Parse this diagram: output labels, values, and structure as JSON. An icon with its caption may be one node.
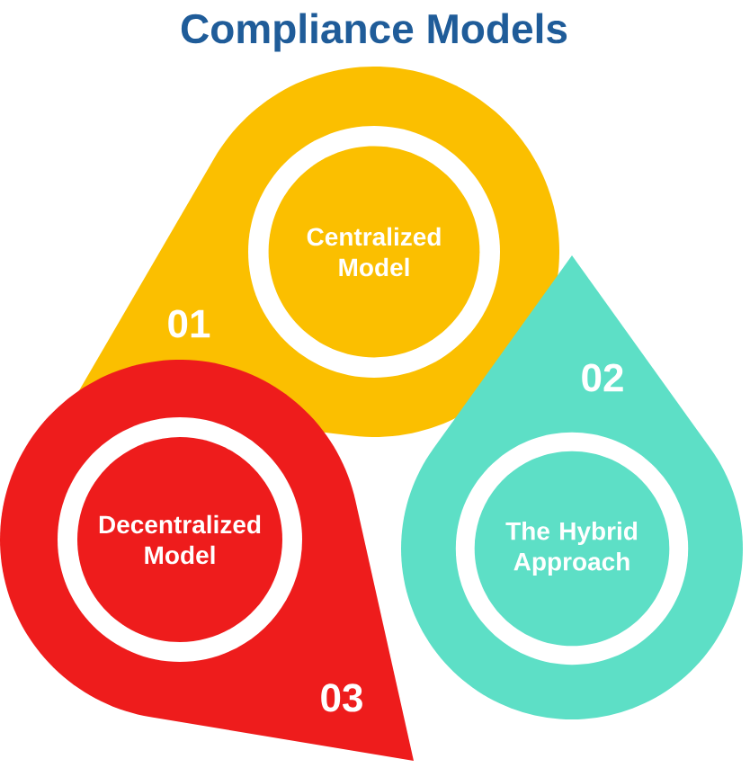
{
  "diagram": {
    "title": "Compliance Models",
    "nodes": [
      {
        "text": [
          "Centralized Model"
        ],
        "beside": [
          "01"
        ]
      },
      {
        "text": [
          "The Hybrid Approach"
        ],
        "beside": [
          "02"
        ]
      },
      {
        "text": [
          "Decentralized Model"
        ],
        "beside": [
          "03"
        ]
      }
    ]
  }
}
